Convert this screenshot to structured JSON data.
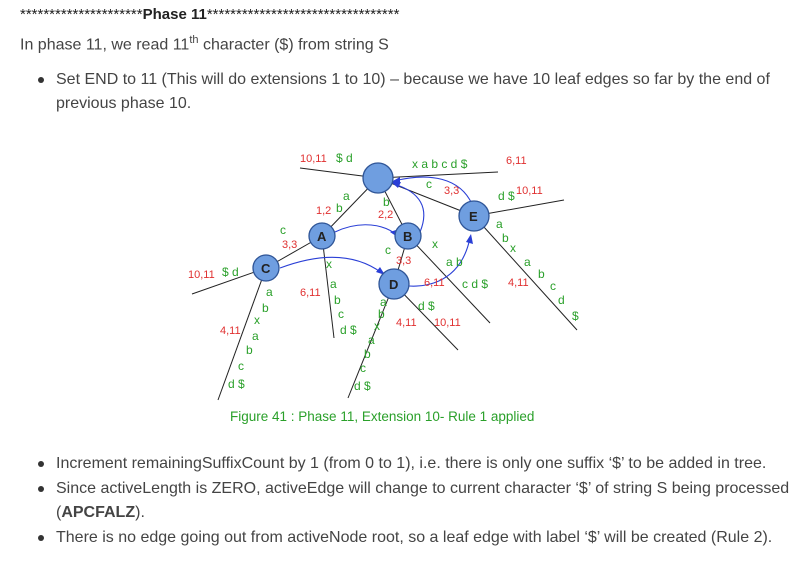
{
  "header": {
    "stars_left": "*********************",
    "title": "Phase 11",
    "stars_right": "*********************************"
  },
  "intro": {
    "before": "In phase 11, we read 11",
    "sup": "th",
    "after": " character ($) from string S"
  },
  "bullets_top": [
    "Set END to 11 (This will do extensions 1 to 10) – because we have 10 leaf edges so far by the end of previous phase 10."
  ],
  "figure": {
    "caption": "Figure 41 : Phase 11, Extension 10- Rule 1 applied",
    "nodes": {
      "A": "A",
      "B": "B",
      "C": "C",
      "D": "D",
      "E": "E"
    },
    "labels": {
      "root_left_num": "10,11",
      "root_left_txt": "$ d",
      "root_right_txt": "x a b c d $",
      "root_right_num": "6,11",
      "e12": "1,2",
      "e22": "2,2",
      "e33_top": "3,3",
      "e33_left": "3,3",
      "e33_d": "3,3",
      "c_left_num": "10,11",
      "c_left_txt": "$ d",
      "e611_a": "6,11",
      "e411_c": "4,11",
      "e611_d": "6,11",
      "e411_d": "4,11",
      "e1011_d": "10,11",
      "e411_e": "4,11",
      "e1011_e": "10,11"
    }
  },
  "bullets_bottom": {
    "b1": "Increment remainingSuffixCount by 1 (from 0 to 1), i.e. there is only one suffix ‘$’ to be added in tree.",
    "b2_pre": "Since activeLength is ZERO, activeEdge will change to current character ‘$’ of string S being processed (",
    "b2_bold": "APCFALZ",
    "b2_post": ").",
    "b3": "There is no edge going out from activeNode root, so a leaf edge with label ‘$’ will be created (Rule 2)."
  },
  "colors": {
    "node_fill": "#6f9ee0",
    "label_red": "#e03030",
    "label_green": "#2aa02a",
    "link_blue": "#2a3fd6"
  }
}
